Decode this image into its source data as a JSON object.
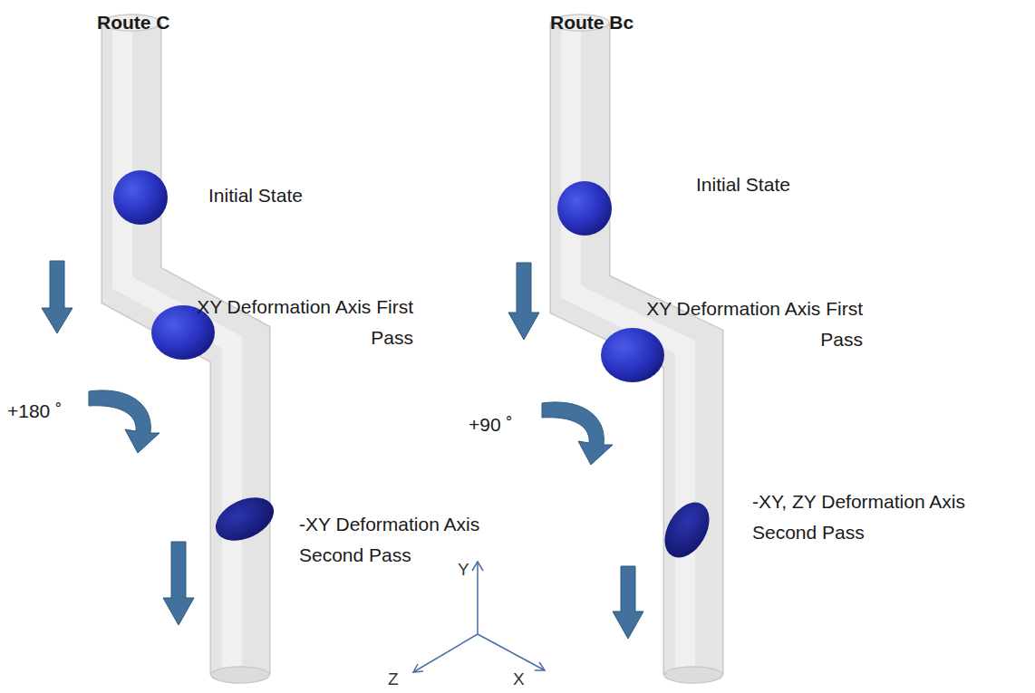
{
  "diagram": {
    "labels": [
      "Route C",
      "Initial State",
      "XY Deformation Axis First Pass",
      "+180 ˚",
      "-XY Deformation Axis Second Pass",
      "Route Bc",
      "Initial State",
      "XY Deformation Axis First Pass",
      "+90 ˚",
      "-XY, ZY Deformation Axis Second Pass",
      "Y",
      "Z",
      "X"
    ]
  }
}
